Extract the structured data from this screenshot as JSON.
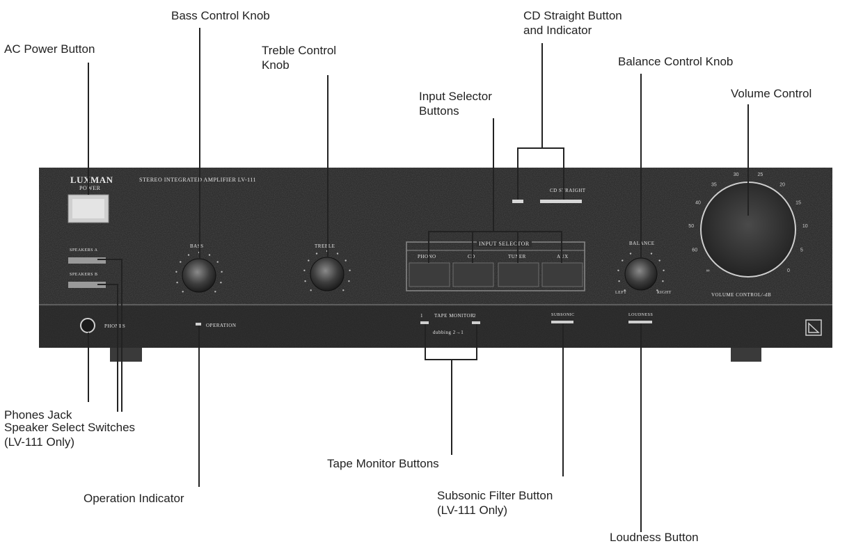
{
  "panel": {
    "brand": "LUXMAN",
    "power_label": "POWER",
    "model_line": "STEREO INTEGRATED AMPLIFIER LV-111",
    "bass_label": "BASS",
    "treble_label": "TREBLE",
    "input_selector_label": "INPUT SELECTOR",
    "input_buttons": [
      "PHONO",
      "CD",
      "TUNER",
      "AUX"
    ],
    "cd_straight_label": "CD STRAIGHT",
    "balance_label": "BALANCE",
    "balance_left": "LEFT",
    "balance_right": "RIGHT",
    "volume_label": "VOLUME CONTROL/-dB",
    "speakers_a": "SPEAKERS A",
    "speakers_b": "SPEAKERS B",
    "phones_label": "PHONES",
    "operation_label": "OPERATION",
    "tape_label": "TAPE MONITOR",
    "tape_1": "1",
    "tape_2": "2",
    "tape_dubbing": "dubbing 2→1",
    "subsonic_label": "SUBSONIC",
    "loudness_label": "LOUDNESS",
    "volume_scale": [
      "∞",
      "60",
      "50",
      "40",
      "35",
      "30",
      "25",
      "20",
      "15",
      "10",
      "5",
      "0"
    ]
  },
  "callouts": {
    "ac_power": "AC Power Button",
    "bass": "Bass Control Knob",
    "treble_1": "Treble Control",
    "treble_2": "Knob",
    "cd_straight_1": "CD Straight Button",
    "cd_straight_2": "and Indicator",
    "input_selector_1": "Input Selector",
    "input_selector_2": "Buttons",
    "balance": "Balance Control Knob",
    "volume": "Volume Control",
    "phones": "Phones Jack",
    "speaker_1": "Speaker Select Switches",
    "speaker_2": "(LV-111 Only)",
    "operation": "Operation Indicator",
    "tape": "Tape Monitor Buttons",
    "subsonic_1": "Subsonic Filter Button",
    "subsonic_2": "(LV-111 Only)",
    "loudness": "Loudness Button"
  }
}
